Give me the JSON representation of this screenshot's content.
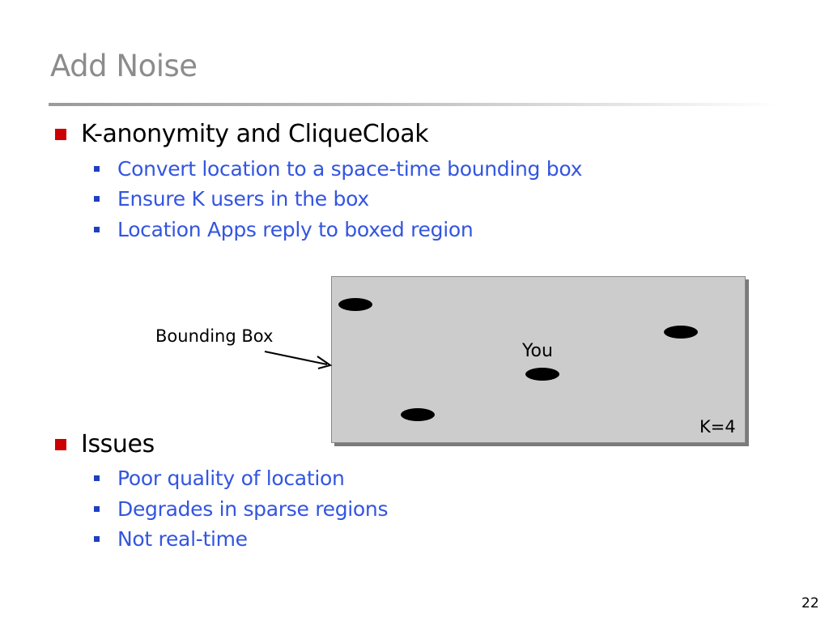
{
  "slide": {
    "title": "Add Noise",
    "page_number": "22"
  },
  "sections": [
    {
      "heading": "K-anonymity and CliqueCloak",
      "items": [
        "Convert location to a space-time bounding box",
        "Ensure K users in the box",
        "Location Apps reply to boxed region"
      ]
    },
    {
      "heading": "Issues",
      "items": [
        "Poor quality of location",
        "Degrades in sparse regions",
        "Not real-time"
      ]
    }
  ],
  "diagram": {
    "pointer_label": "Bounding Box",
    "you_label": "You",
    "k_label": "K=4",
    "users_in_box": 4
  },
  "colors": {
    "title": "#8c8c8c",
    "bullet_l1": "#cc0000",
    "bullet_l2": "#1f3fbf",
    "sub_text": "#3355e0",
    "box_fill": "#cccccc",
    "user_marker": "#000000"
  }
}
